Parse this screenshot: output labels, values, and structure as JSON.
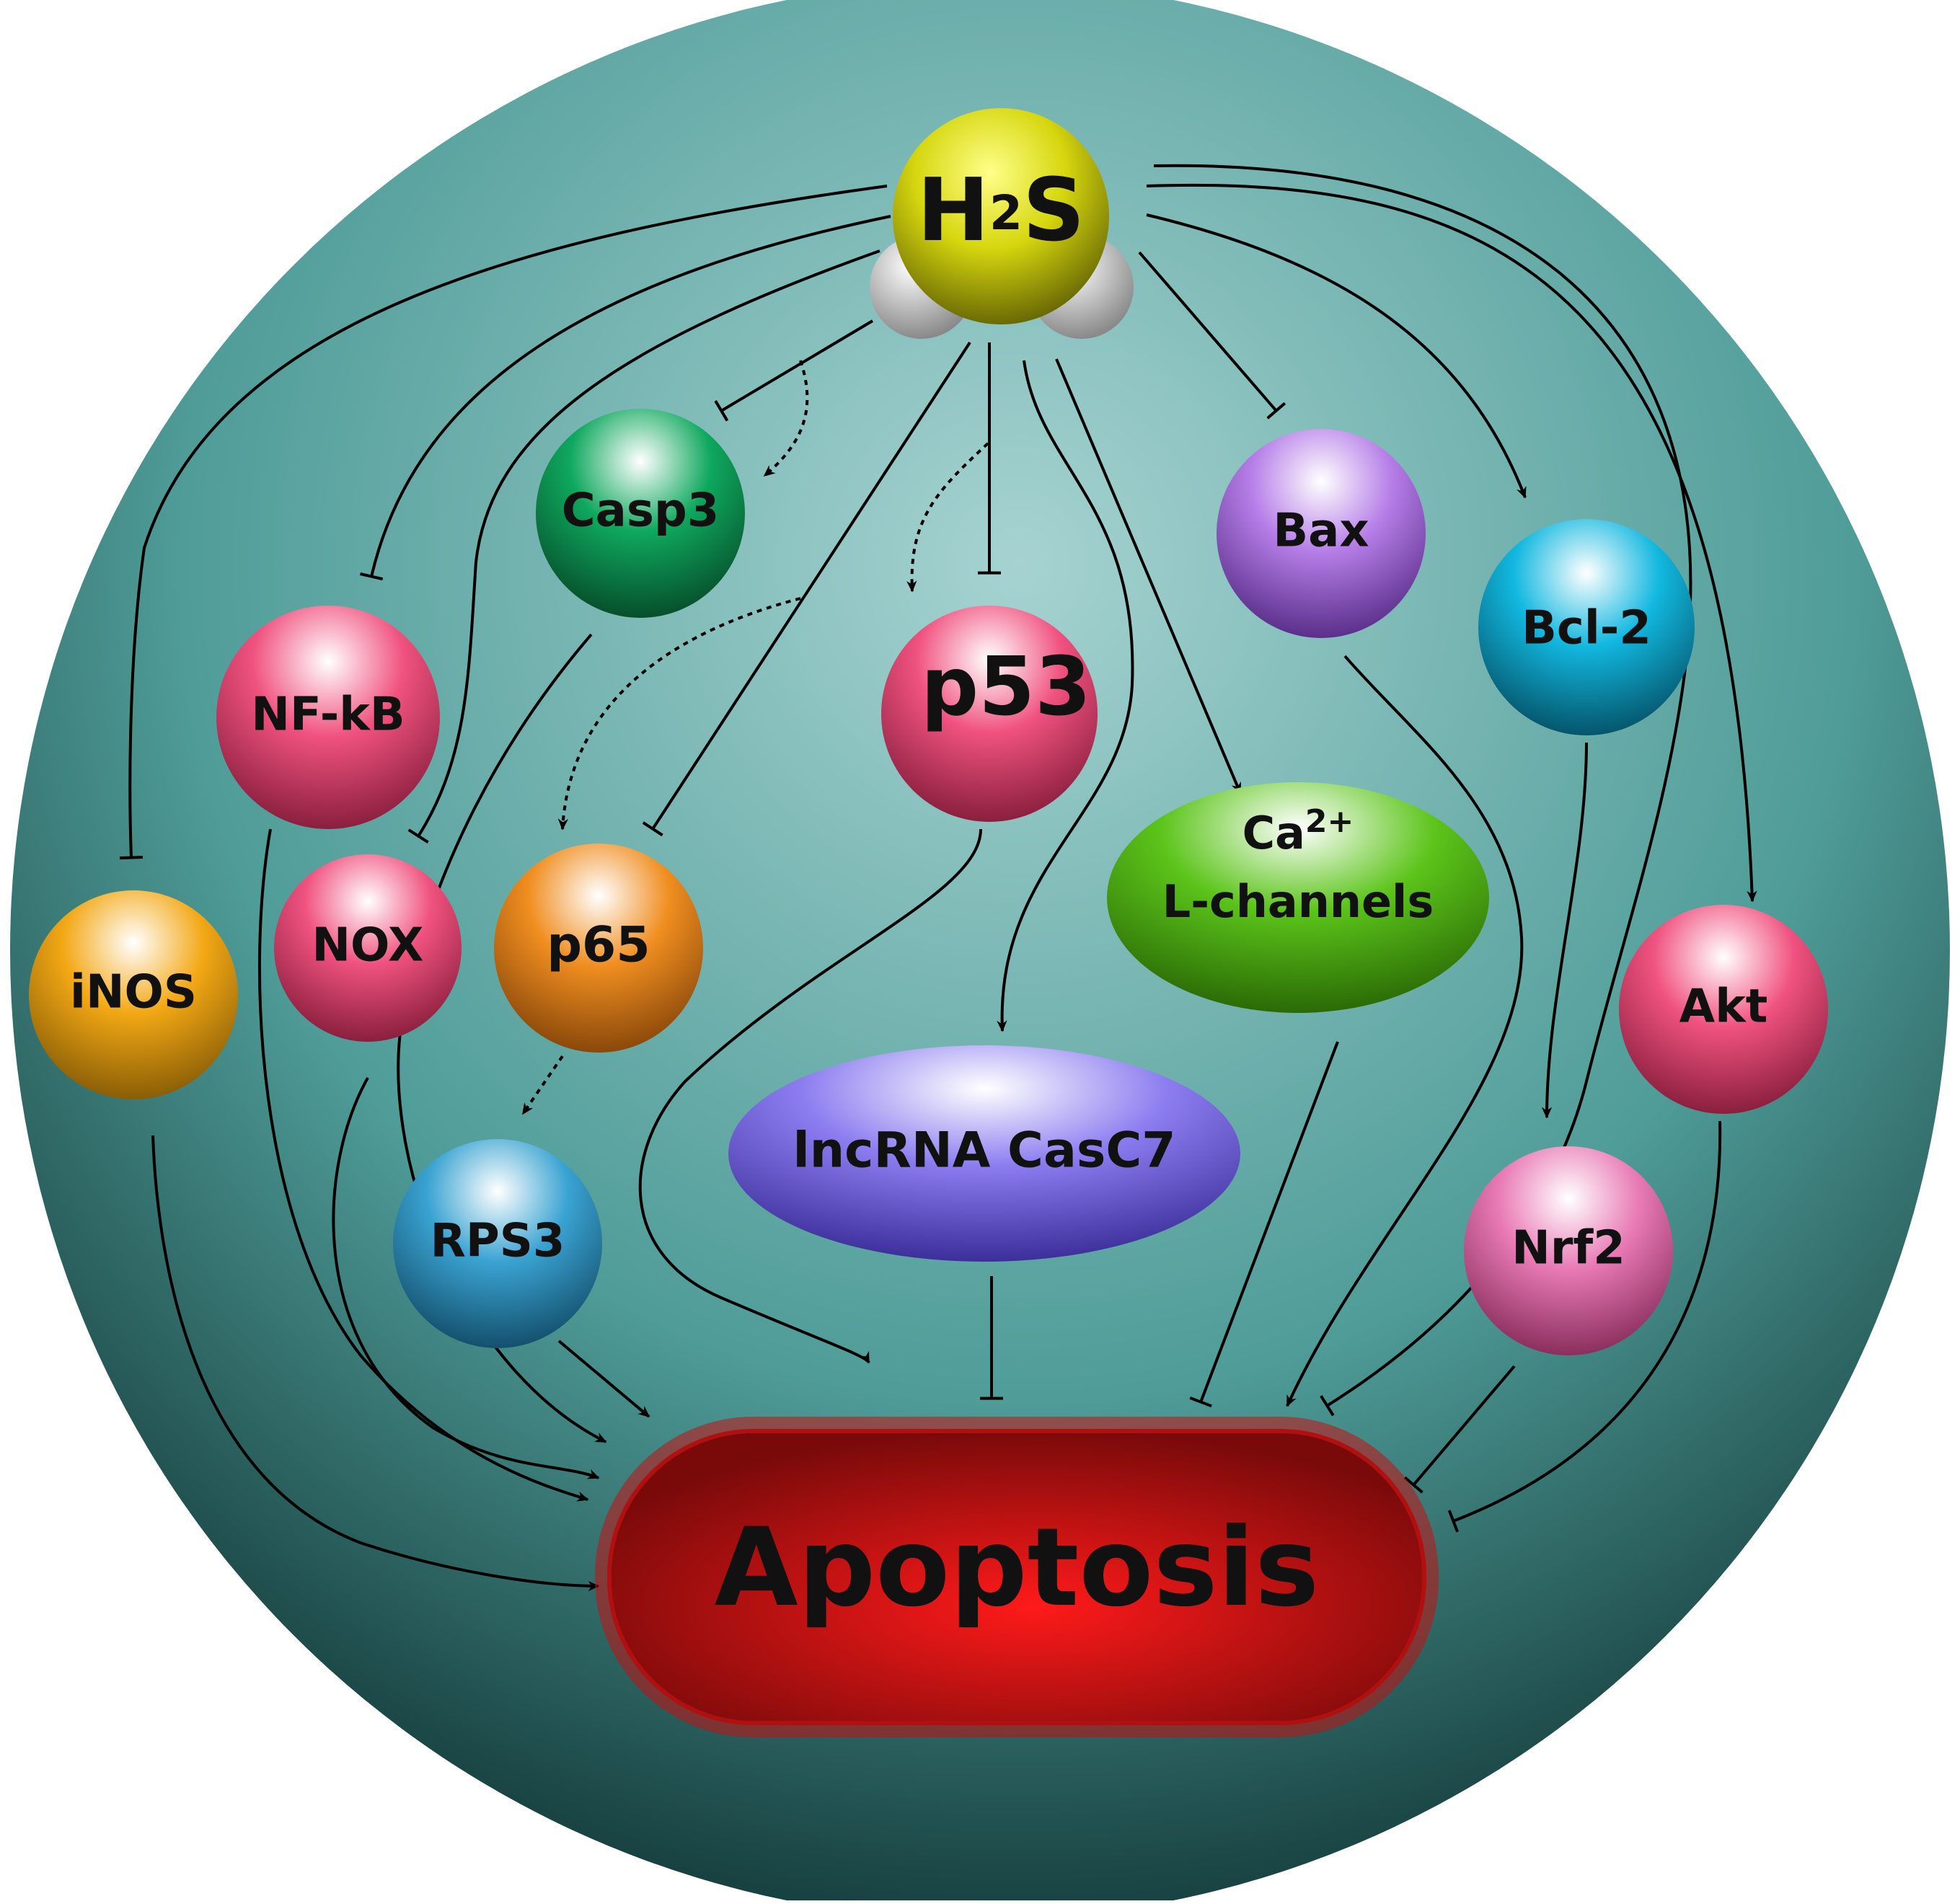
{
  "source_node": {
    "label_main": "H",
    "label_sub": "2",
    "label_end": "S",
    "color": "#d6d60f"
  },
  "nodes": {
    "casp3": {
      "label": "Casp3",
      "color": "#0fa85e"
    },
    "nfkb": {
      "label": "NF-kB",
      "color": "#f0527f"
    },
    "nox": {
      "label": "NOX",
      "color": "#f0527f"
    },
    "p65": {
      "label": "p65",
      "color": "#f08e20"
    },
    "inos": {
      "label": "iNOS",
      "color": "#f3a815"
    },
    "rps3": {
      "label": "RPS3",
      "color": "#3aa3d2"
    },
    "p53": {
      "label": "p53",
      "color": "#f0527f"
    },
    "lncrna": {
      "label": "lncRNA CasC7",
      "color": "#8b7cf0"
    },
    "bax": {
      "label": "Bax",
      "color": "#b67ee8"
    },
    "bcl2": {
      "label": "Bcl-2",
      "color": "#12b8e0"
    },
    "ca_channels": {
      "label_line1": "Ca",
      "label_sup": "2+",
      "label_line2": "L-channels",
      "color": "#5cc41a"
    },
    "akt": {
      "label": "Akt",
      "color": "#f0527f"
    },
    "nrf2": {
      "label": "Nrf2",
      "color": "#e97ab5"
    }
  },
  "outcome": {
    "label": "Apoptosis",
    "color": "#e01010"
  },
  "edge_types": {
    "activation": "arrow",
    "inhibition": "flat bar",
    "indirect": "dotted arrow"
  },
  "colors": {
    "background_light": "#a6d3d1",
    "background_mid": "#4f9c98",
    "background_dark": "#133a39"
  }
}
